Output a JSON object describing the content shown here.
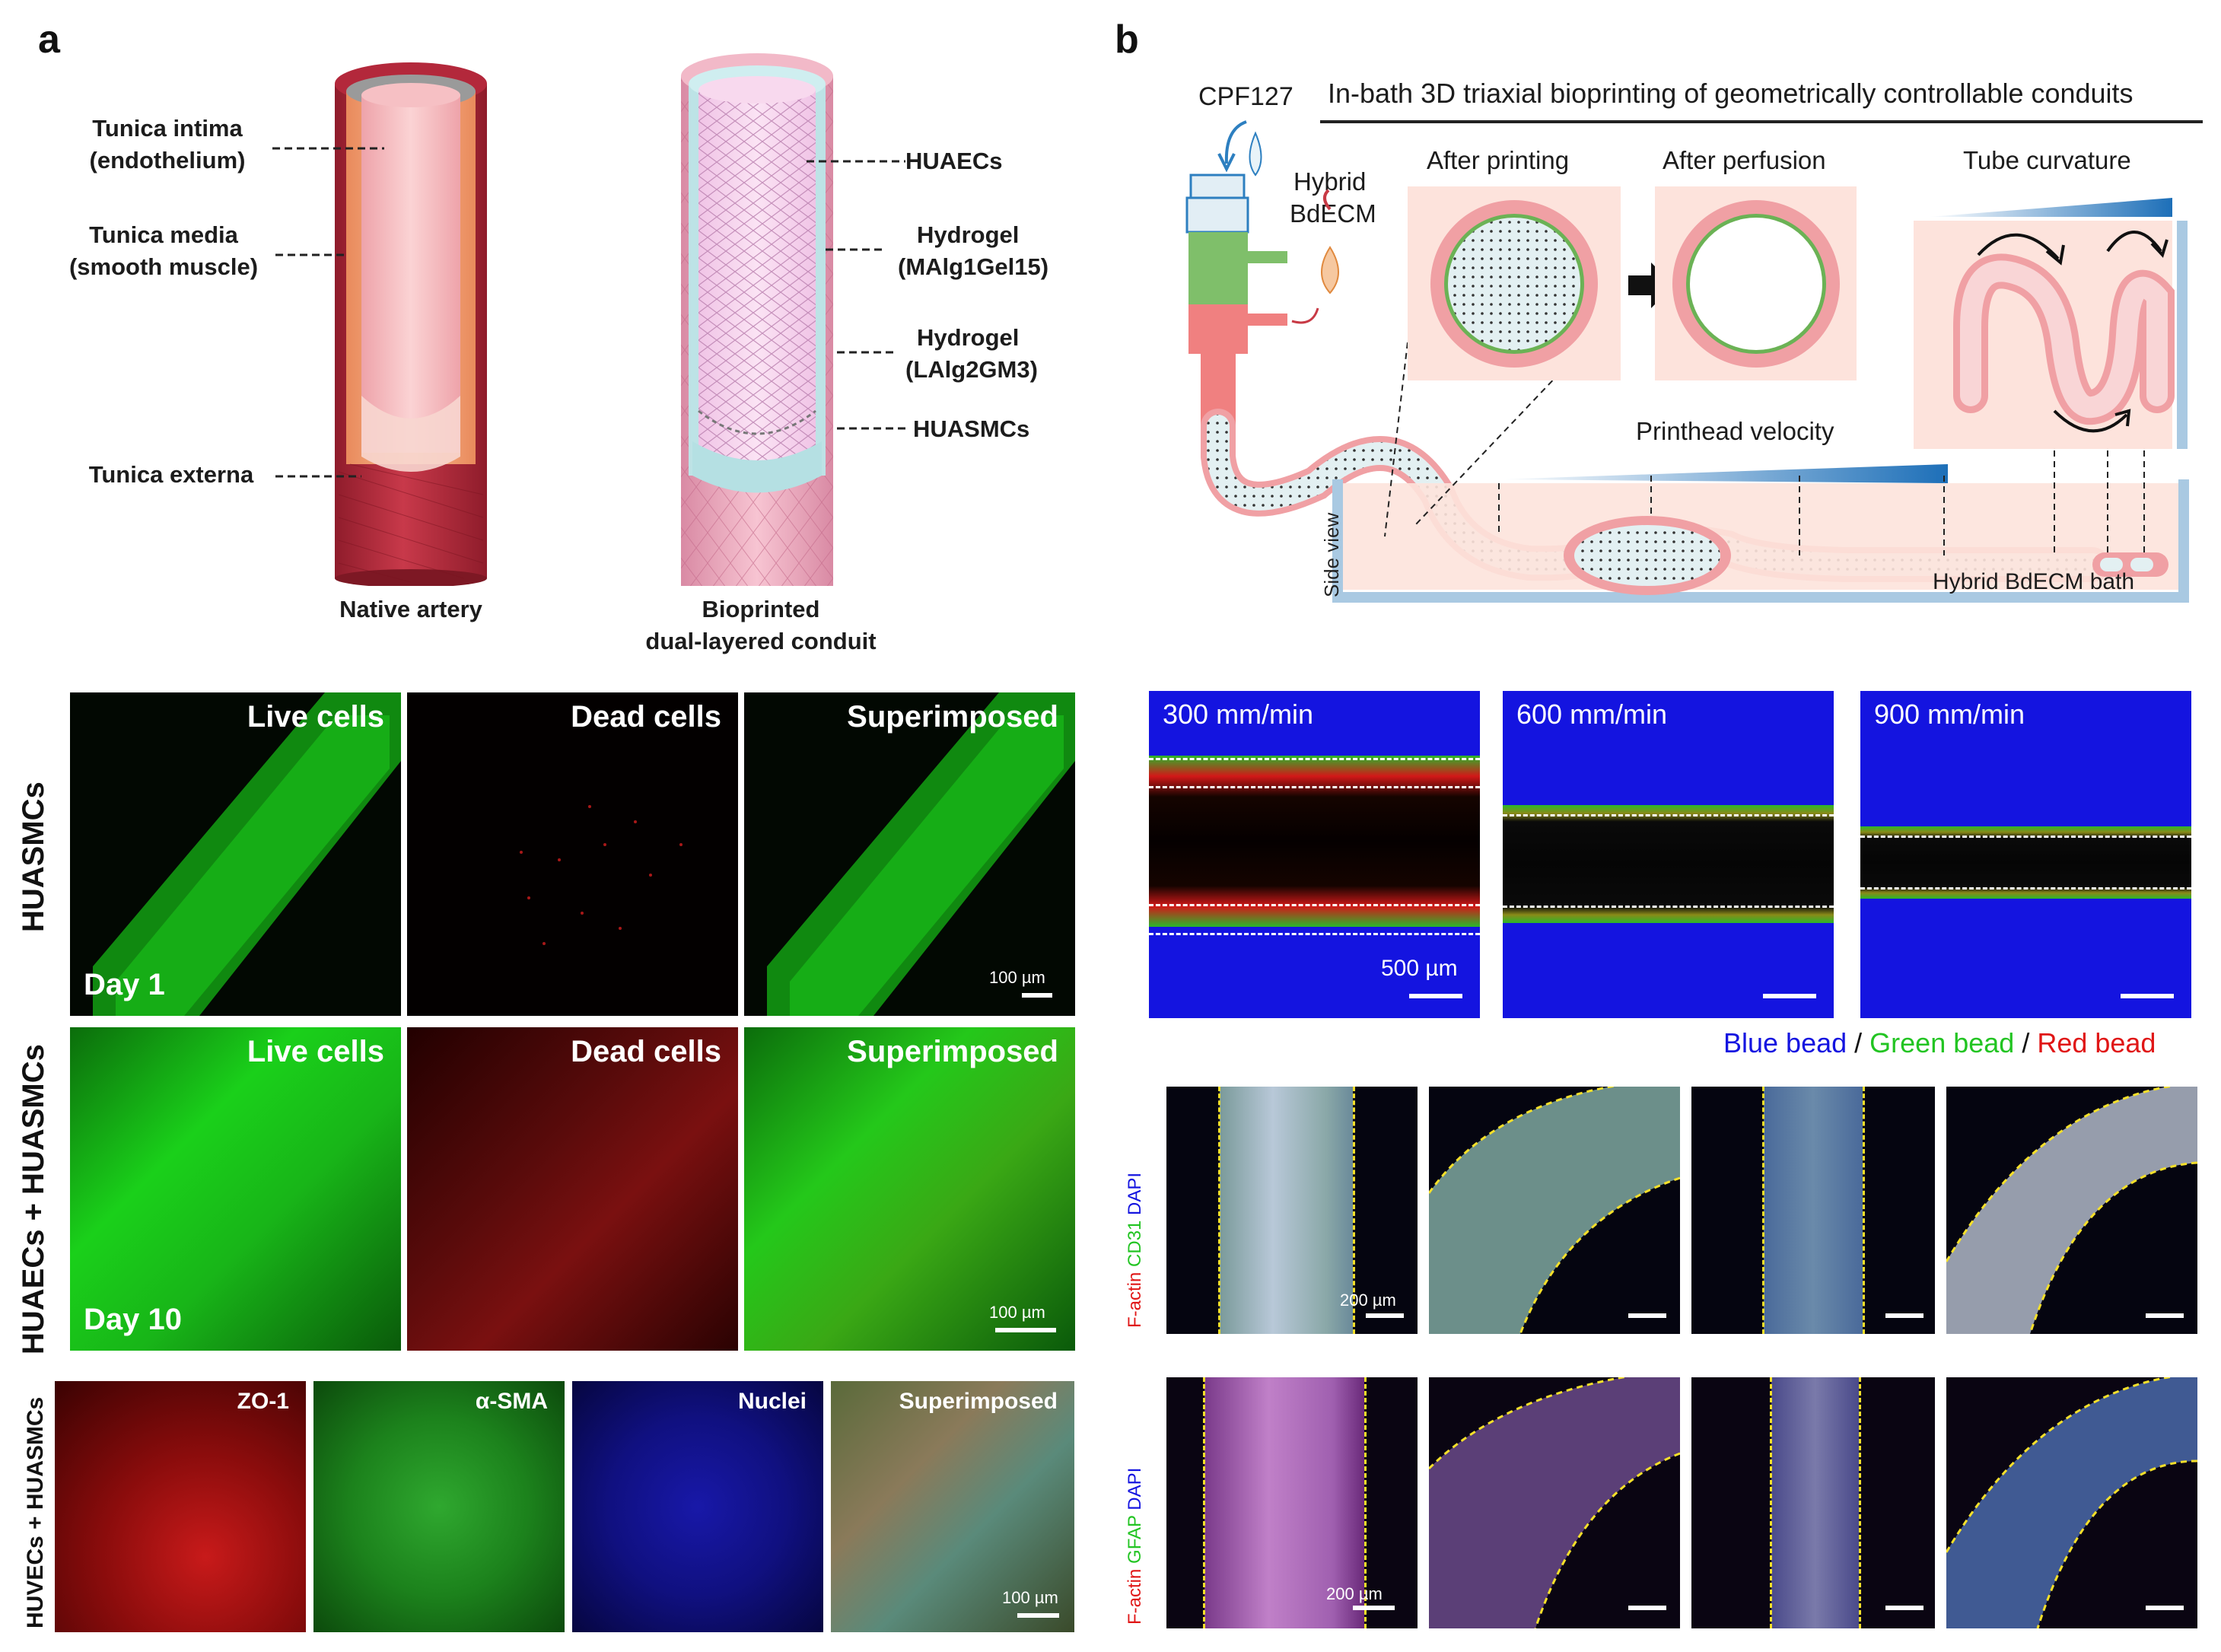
{
  "panel_a": {
    "letter": "a",
    "artery": {
      "labels": [
        "Tunica intima",
        "(endothelium)",
        "Tunica media",
        "(smooth muscle)",
        "Tunica externa"
      ],
      "caption": "Native artery"
    },
    "conduit": {
      "labels": [
        "HUAECs",
        "Hydrogel",
        "(MAlg1Gel15)",
        "Hydrogel",
        "(LAlg2GM3)",
        "HUASMCs"
      ],
      "caption_line1": "Bioprinted",
      "caption_line2": "dual-layered conduit"
    },
    "live_dead": {
      "row_labels": [
        "HUASMCs",
        "HUAECs + HUASMCs"
      ],
      "column_labels": [
        "Live cells",
        "Dead cells",
        "Superimposed"
      ],
      "days": [
        "Day 1",
        "Day 10"
      ],
      "scalebar": "100 µm"
    },
    "immuno": {
      "row_label": "HUVECs + HUASMCs",
      "column_labels": [
        "ZO-1",
        "α-SMA",
        "Nuclei",
        "Superimposed"
      ],
      "scalebar": "100 µm"
    }
  },
  "panel_b": {
    "letter": "b",
    "title": "In-bath 3D triaxial bioprinting of geometrically controllable conduits",
    "cpf": "CPF127",
    "hybrid_line1": "Hybrid",
    "hybrid_line2": "BdECM",
    "after_printing": "After printing",
    "after_perfusion": "After perfusion",
    "tube_curvature": "Tube curvature",
    "printhead_velocity": "Printhead velocity",
    "side_view": "Side view",
    "bath": "Hybrid BdECM bath",
    "speeds": [
      "300 mm/min",
      "600 mm/min",
      "900 mm/min"
    ],
    "speed_scalebar": "500 µm",
    "bead_legend": {
      "blue": "Blue bead",
      "sep": " / ",
      "green": "Green bead",
      "red": "Red bead"
    },
    "stain_row1": {
      "a": "F-actin",
      "b": "CD31",
      "c": "DAPI"
    },
    "stain_row2": {
      "a": "F-actin",
      "b": "GFAP",
      "c": "DAPI"
    },
    "stain_scalebar": "200 µm"
  },
  "colors": {
    "artery_red": "#b8283a",
    "media_orange": "#f3a57a",
    "intima_pink": "#f4b9bd",
    "conduit_pink": "#e8a5bb",
    "hydrogel_blue": "#bde3e6",
    "blue_bead": "#1414e0",
    "green_bead": "#22c422",
    "red_bead": "#e01616",
    "gradient_blue": "#1d6fb8"
  }
}
